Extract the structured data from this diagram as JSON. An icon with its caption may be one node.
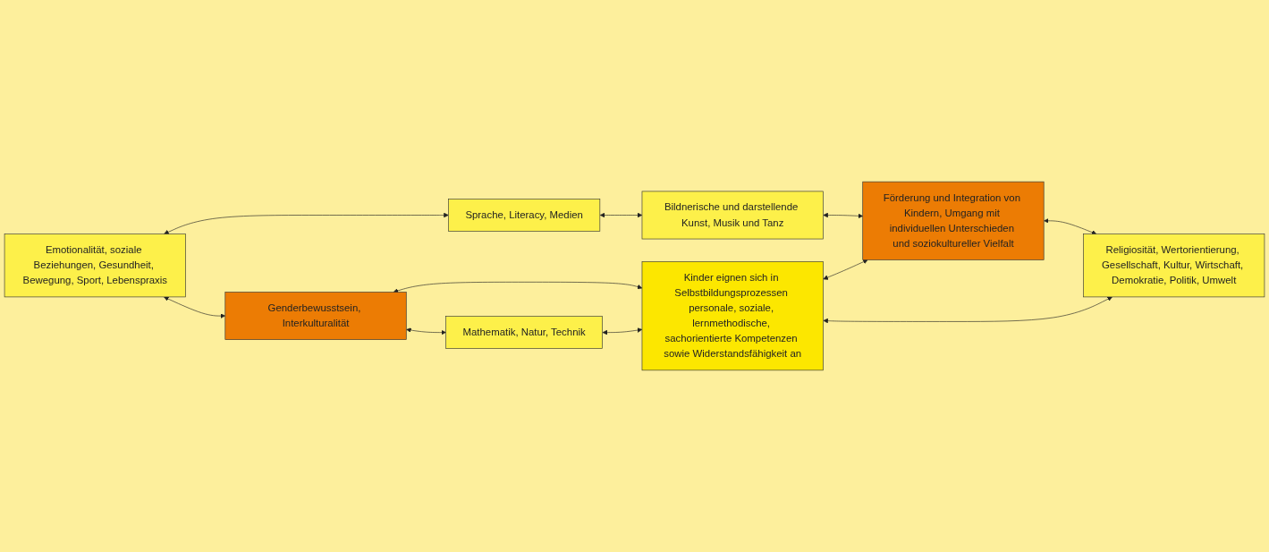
{
  "diagram": {
    "nodes": [
      {
        "text": [
          "Emotionalität, soziale Beziehungen, Gesundheit, Bewegung, Sport, Lebenspraxis"
        ]
      },
      {
        "text": [
          "Sprache, Literacy, Medien"
        ]
      },
      {
        "text": [
          "Bildnerische und darstellende Kunst, Musik und Tanz"
        ]
      },
      {
        "text": [
          "Genderbewusstsein, Interkulturalität"
        ]
      },
      {
        "text": [
          "Kinder eignen sich in Selbstbildungsprozessen personale, soziale, lernmethodische, sachorientierte Kompetenzen sowie Widerstandsfähigkeit an"
        ]
      },
      {
        "text": [
          "Förderung und Integration von Kindern, Umgang mit individuellen Unterschieden und soziokultureller Vielfalt"
        ]
      },
      {
        "text": [
          "Mathematik, Natur, Technik"
        ]
      },
      {
        "text": [
          "Religiosität, Wertorientierung, Gesellschaft, Kultur, Wirtschaft, Demokratie, Politik, Umwelt"
        ]
      }
    ],
    "edges": [
      {
        "from": 0,
        "to": 1,
        "arrow": "both"
      },
      {
        "from": 1,
        "to": 2,
        "arrow": "both"
      },
      {
        "from": 0,
        "to": 3,
        "arrow": "both"
      },
      {
        "from": 2,
        "to": 5,
        "arrow": "both"
      },
      {
        "from": 3,
        "to": 4,
        "arrow": "both"
      },
      {
        "from": 4,
        "to": 5,
        "arrow": "both"
      },
      {
        "from": 3,
        "to": 6,
        "arrow": "both"
      },
      {
        "from": 5,
        "to": 7,
        "arrow": "both"
      },
      {
        "from": 6,
        "to": 4,
        "arrow": "both"
      },
      {
        "from": 4,
        "to": 7,
        "arrow": "both"
      }
    ]
  }
}
